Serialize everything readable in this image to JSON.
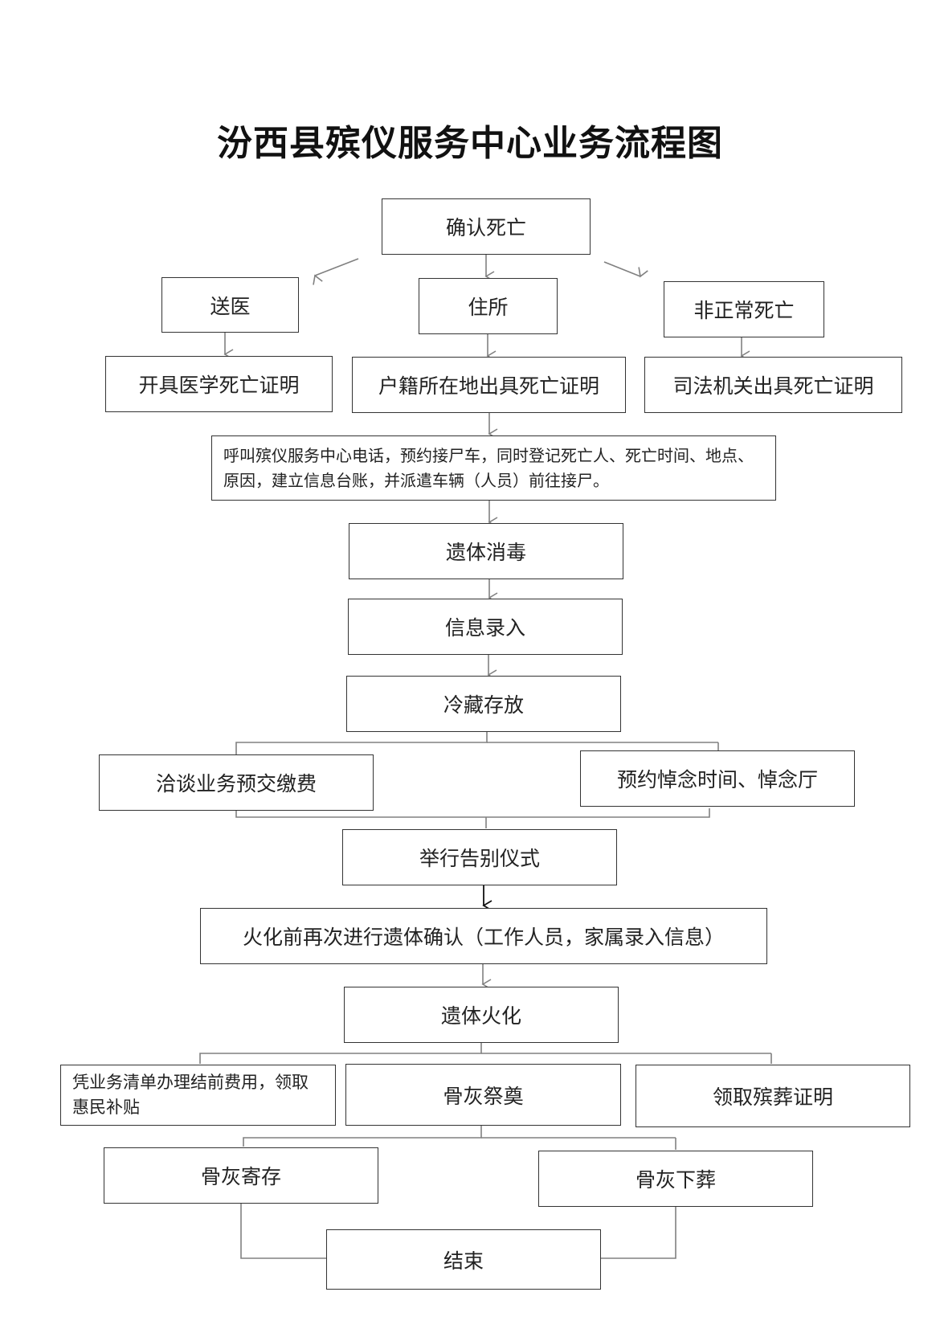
{
  "title": "汾西县殡仪服务中心业务流程图",
  "nodes": {
    "confirm_death": "确认死亡",
    "hospital": "送医",
    "residence": "住所",
    "abnormal_death": "非正常死亡",
    "medical_certificate": "开具医学死亡证明",
    "household_certificate": "户籍所在地出具死亡证明",
    "judicial_certificate": "司法机关出具死亡证明",
    "call_center": "呼叫殡仪服务中心电话，预约接尸车，同时登记死亡人、死亡时间、地点、原因，建立信息台账，并派遣车辆（人员）前往接尸。",
    "disinfection": "遗体消毒",
    "info_entry": "信息录入",
    "cold_storage": "冷藏存放",
    "negotiate_prepay": "洽谈业务预交缴费",
    "book_memorial": "预约悼念时间、悼念厅",
    "farewell": "举行告别仪式",
    "reconfirm": "火化前再次进行遗体确认（工作人员，家属录入信息）",
    "cremation": "遗体火化",
    "settle_fees": "凭业务清单办理结前费用，领取惠民补贴",
    "ash_memorial": "骨灰祭奠",
    "funeral_certificate": "领取殡葬证明",
    "ash_storage": "骨灰寄存",
    "ash_burial": "骨灰下葬",
    "end": "结束"
  },
  "colors": {
    "box_border": "#333333",
    "connector": "#808080",
    "text": "#222222"
  }
}
